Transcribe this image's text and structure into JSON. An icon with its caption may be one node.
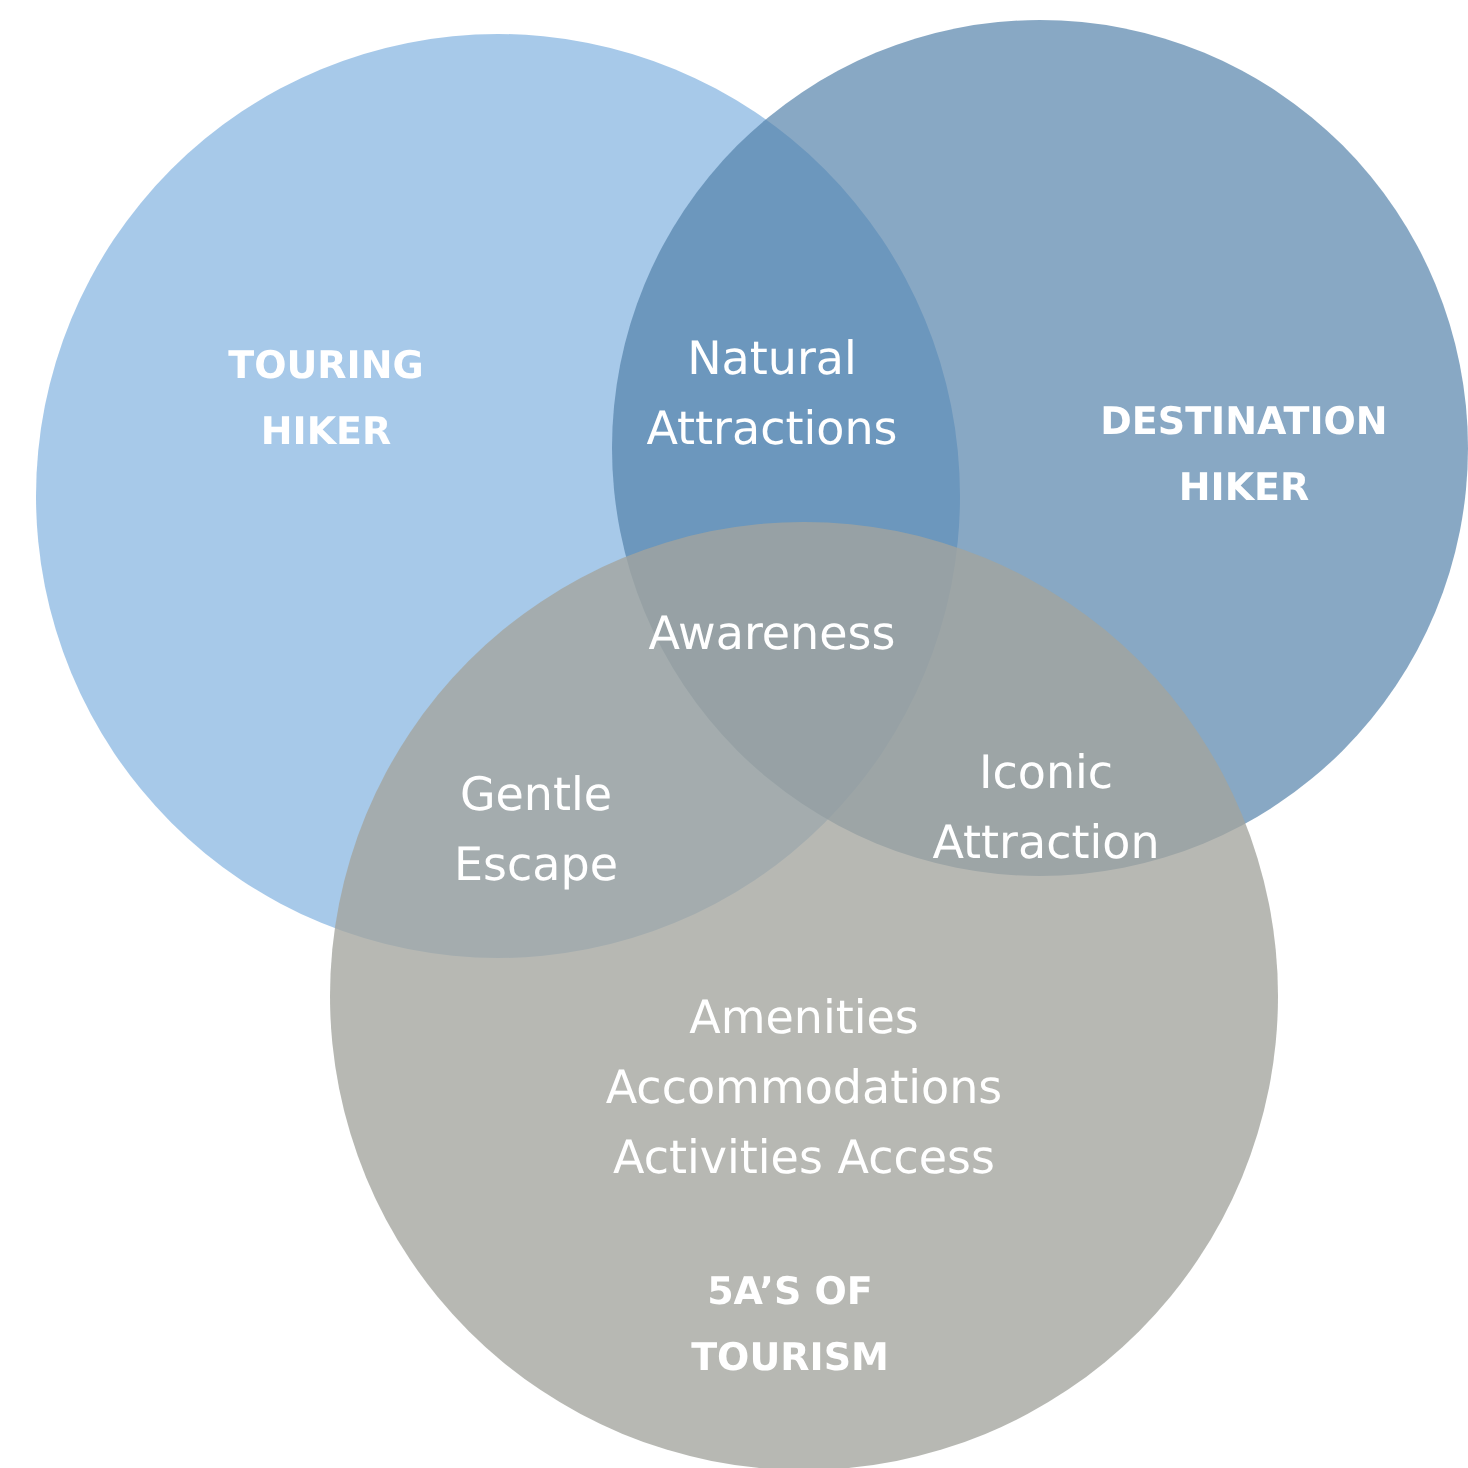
{
  "diagram": {
    "nodes": [
      {
        "text": [
          "TOURING HIKER"
        ]
      },
      {
        "text": [
          "DESTINATION HIKER"
        ]
      },
      {
        "text": [
          "Amenities Accommodations Activities Access",
          "5A’S OF TOURISM"
        ]
      }
    ],
    "edges": [],
    "labels": [
      "Natural Attractions",
      "Awareness",
      "Gentle Escape",
      "Iconic Attraction"
    ]
  }
}
